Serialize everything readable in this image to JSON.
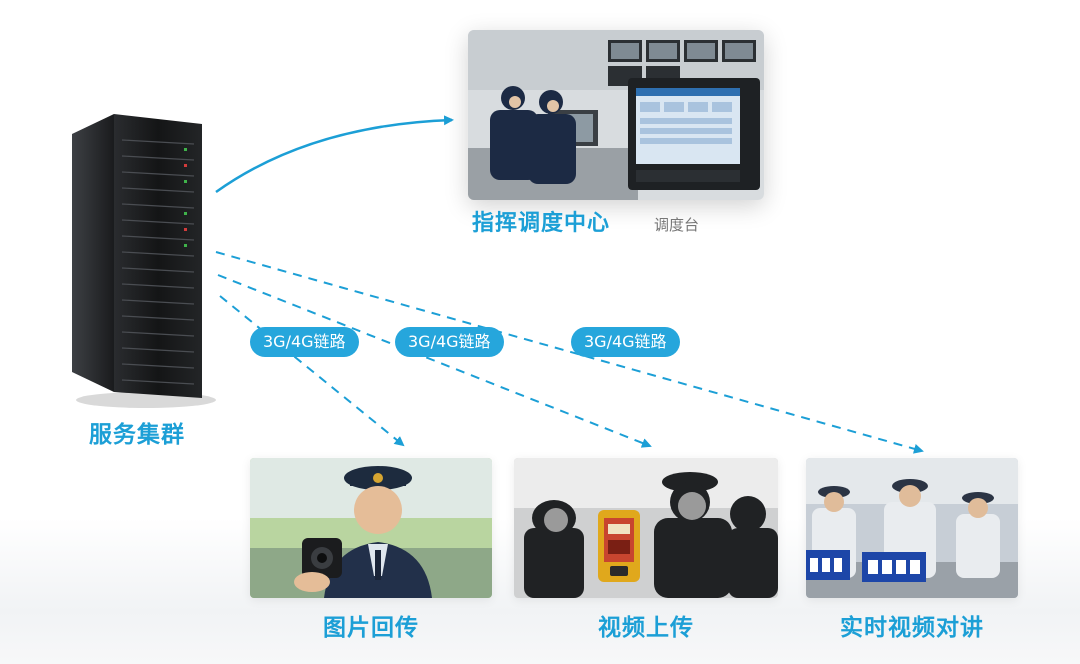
{
  "server_label": "服务集群",
  "center": {
    "title": "指挥调度中心",
    "subtitle": "调度台"
  },
  "links": [
    {
      "label": "3G/4G链路"
    },
    {
      "label": "3G/4G链路"
    },
    {
      "label": "3G/4G链路"
    }
  ],
  "endpoints": [
    {
      "label": "图片回传"
    },
    {
      "label": "视频上传"
    },
    {
      "label": "实时视频对讲"
    }
  ],
  "colors": {
    "accent": "#1c9fd6",
    "pill": "#26a6dc"
  }
}
